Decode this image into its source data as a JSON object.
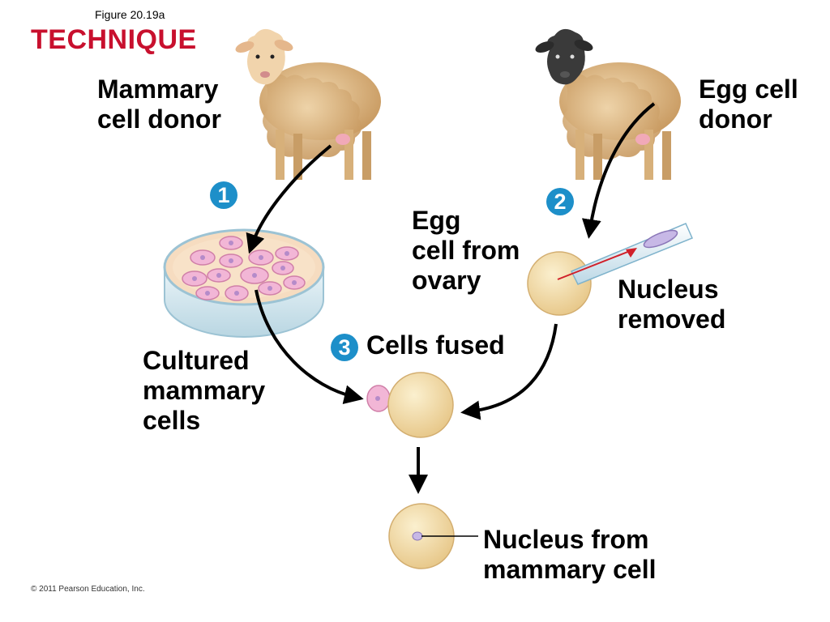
{
  "figure": {
    "figure_label": "Figure 20.19a",
    "heading": "TECHNIQUE",
    "copyright": "© 2011 Pearson Education, Inc."
  },
  "labels": {
    "mammary_donor": "Mammary\ncell donor",
    "egg_donor": "Egg cell\ndonor",
    "egg_from_ovary": "Egg\ncell from\novary",
    "nucleus_removed": "Nucleus\nremoved",
    "cultured_cells": "Cultured\nmammary\ncells",
    "cells_fused": "Cells fused",
    "nucleus_from_mammary": "Nucleus from\nmammary cell"
  },
  "steps": [
    "1",
    "2",
    "3"
  ],
  "colors": {
    "heading": "#c8102e",
    "step_badge": "#1d8fc9",
    "egg_cell": "#f3dca0",
    "mammary_cell": "#f2b6d6",
    "wool": "#e3c191",
    "black_face": "#3a3a3a",
    "pipette_arrow": "#d0202a"
  }
}
